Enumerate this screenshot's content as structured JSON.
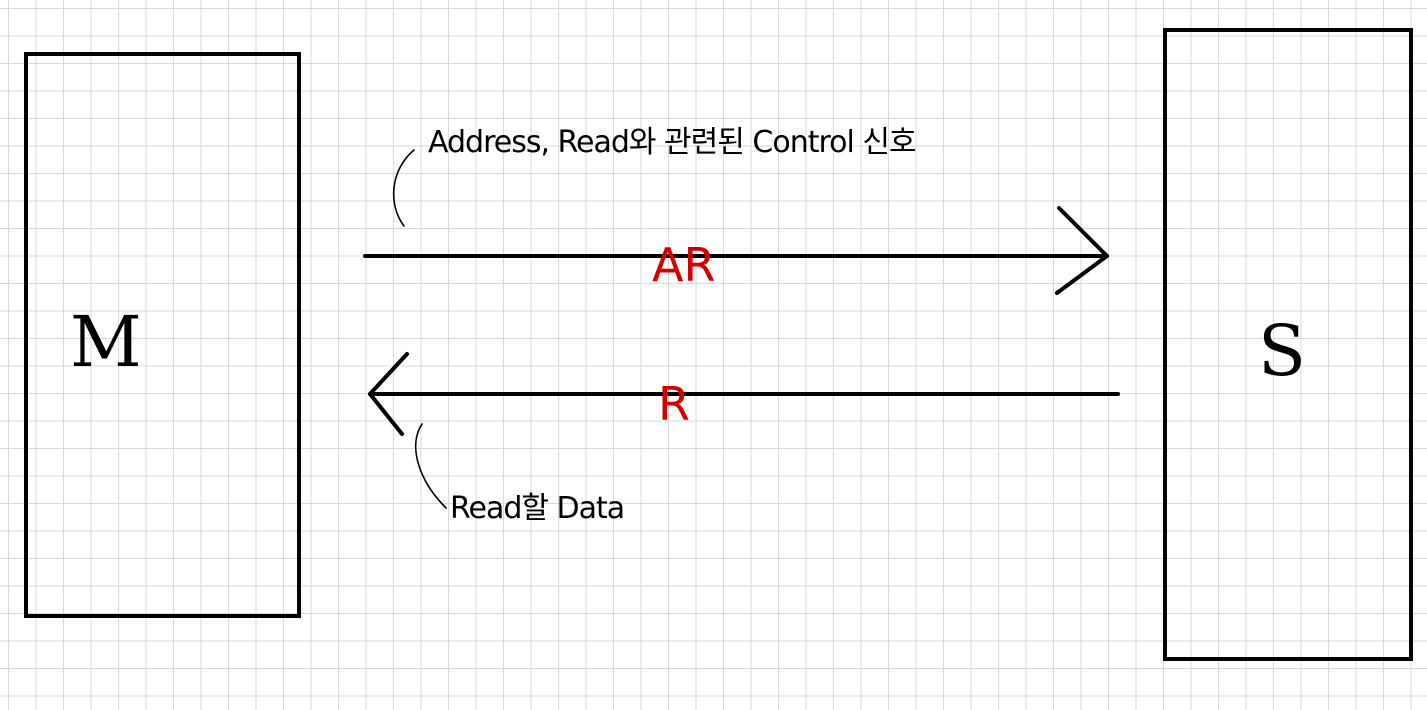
{
  "master": {
    "label": "M"
  },
  "slave": {
    "label": "S"
  },
  "channels": {
    "read_address": {
      "label": "AR",
      "annotation": "Address, Read와 관련된 Control 신호",
      "color": "#d40000"
    },
    "read_data": {
      "label": "R",
      "annotation": "Read할 Data",
      "color": "#d40000"
    }
  }
}
